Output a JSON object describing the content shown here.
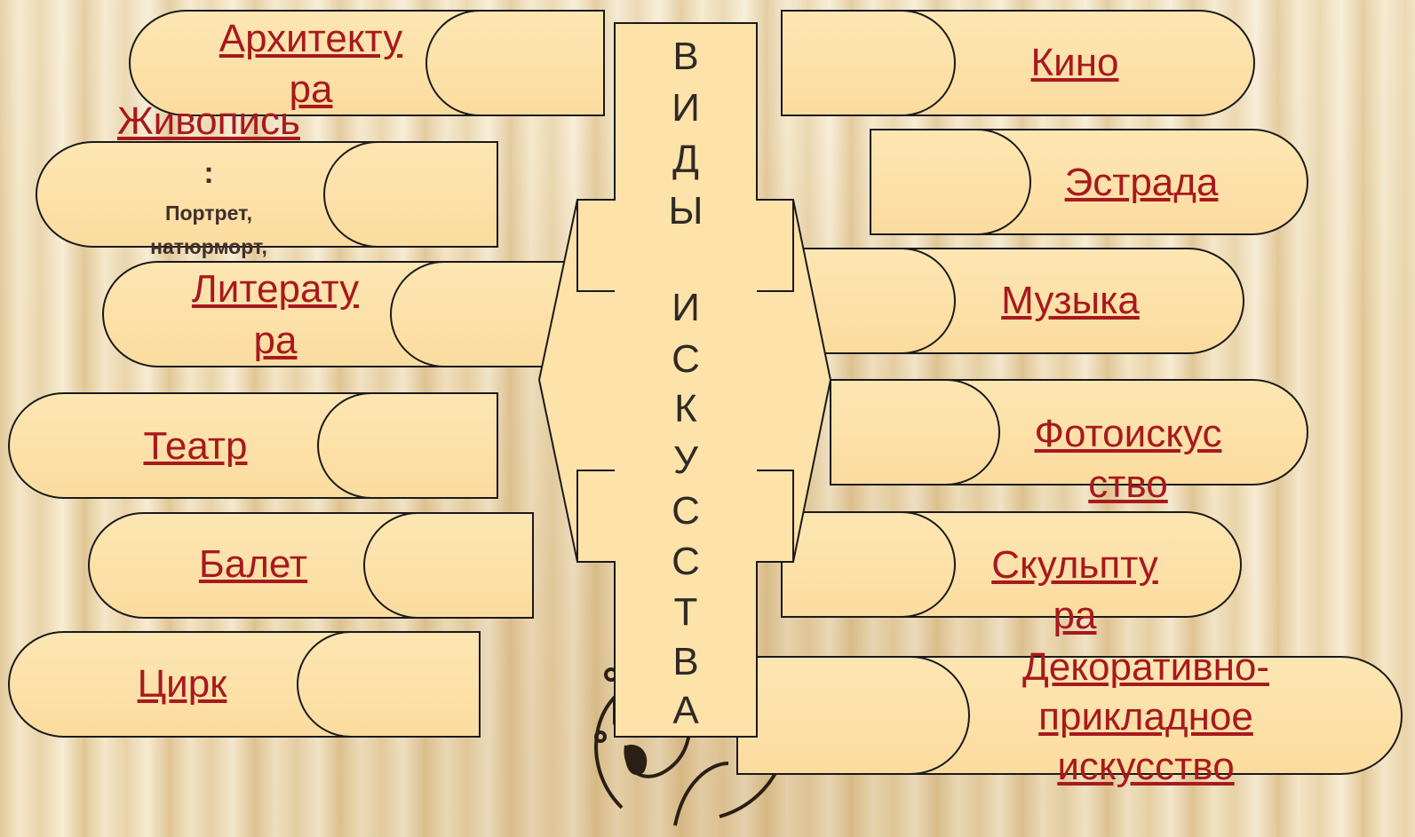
{
  "title": {
    "word1": [
      "В",
      "И",
      "Д",
      "Ы"
    ],
    "word2": [
      "И",
      "С",
      "К",
      "У",
      "С",
      "С",
      "Т",
      "В",
      "А"
    ]
  },
  "left": {
    "architecture": {
      "line1": "Архитекту",
      "line2": "ра"
    },
    "painting": {
      "label": "Живопись",
      "colon": ":",
      "sub1": "Портрет,",
      "sub2": "натюрморт,"
    },
    "literature": {
      "line1": "Литерату",
      "line2": "ра"
    },
    "theatre": "Театр",
    "ballet": "Балет",
    "circus": "Цирк"
  },
  "right": {
    "cinema": "Кино",
    "estrada": "Эстрада",
    "music": "Музыка",
    "photo": {
      "line1": "Фотоискус",
      "line2": "ство"
    },
    "sculpture": {
      "line1": "Скульпту",
      "line2": "ра"
    },
    "decorative": {
      "line1": "Декоративно-",
      "line2": "прикладное",
      "line3": "искусство"
    }
  },
  "colors": {
    "fill": "#fde2a9",
    "stroke": "#1a1a1a",
    "link": "#a8191e",
    "text": "#2f2a26"
  }
}
